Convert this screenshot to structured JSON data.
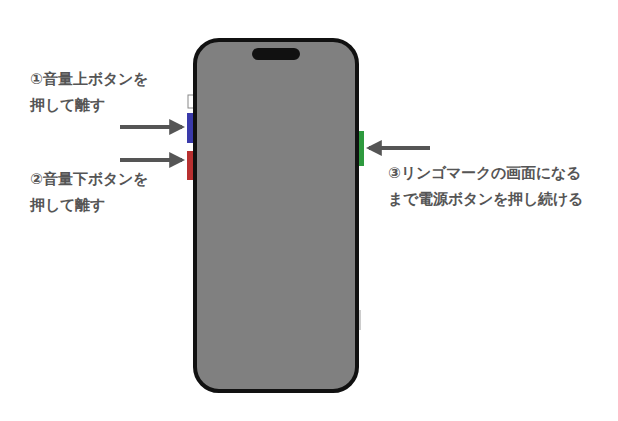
{
  "diagram": {
    "labels": [
      "①音量上ボタンを 押して離す",
      "②音量下ボタンを 押して離す",
      "③リンゴマークの画面になる まで電源ボタンを押し続ける"
    ]
  }
}
